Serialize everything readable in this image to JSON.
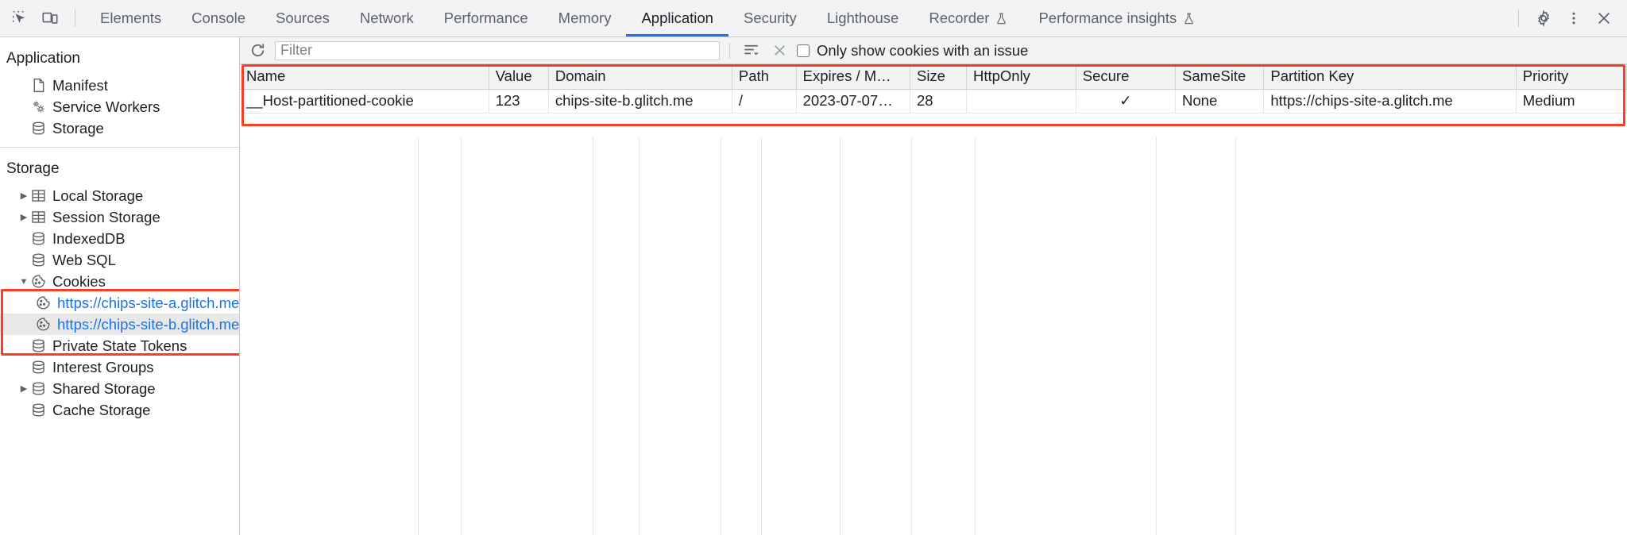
{
  "toolbar": {
    "inspect_icon": "inspect-cursor-icon",
    "device_icon": "device-toolbar-icon",
    "tabs": [
      {
        "label": "Elements",
        "active": false,
        "experimental": false
      },
      {
        "label": "Console",
        "active": false,
        "experimental": false
      },
      {
        "label": "Sources",
        "active": false,
        "experimental": false
      },
      {
        "label": "Network",
        "active": false,
        "experimental": false
      },
      {
        "label": "Performance",
        "active": false,
        "experimental": false
      },
      {
        "label": "Memory",
        "active": false,
        "experimental": false
      },
      {
        "label": "Application",
        "active": true,
        "experimental": false
      },
      {
        "label": "Security",
        "active": false,
        "experimental": false
      },
      {
        "label": "Lighthouse",
        "active": false,
        "experimental": false
      },
      {
        "label": "Recorder",
        "active": false,
        "experimental": true
      },
      {
        "label": "Performance insights",
        "active": false,
        "experimental": true
      }
    ],
    "settings_icon": "gear-icon",
    "more_icon": "more-vertical-icon",
    "close_icon": "close-icon"
  },
  "sidebar": {
    "sections": [
      {
        "title": "Application",
        "items": [
          {
            "label": "Manifest",
            "icon": "document-icon",
            "indent": 1,
            "arrow": "none",
            "selected": false
          },
          {
            "label": "Service Workers",
            "icon": "gears-icon",
            "indent": 1,
            "arrow": "none",
            "selected": false
          },
          {
            "label": "Storage",
            "icon": "database-icon",
            "indent": 1,
            "arrow": "none",
            "selected": false
          }
        ]
      },
      {
        "title": "Storage",
        "items": [
          {
            "label": "Local Storage",
            "icon": "table-icon",
            "indent": 1,
            "arrow": "collapsed",
            "selected": false
          },
          {
            "label": "Session Storage",
            "icon": "table-icon",
            "indent": 1,
            "arrow": "collapsed",
            "selected": false
          },
          {
            "label": "IndexedDB",
            "icon": "database-icon",
            "indent": 1,
            "arrow": "none",
            "selected": false
          },
          {
            "label": "Web SQL",
            "icon": "database-icon",
            "indent": 1,
            "arrow": "none",
            "selected": false
          },
          {
            "label": "Cookies",
            "icon": "cookie-icon",
            "indent": 1,
            "arrow": "expanded",
            "selected": false
          },
          {
            "label": "https://chips-site-a.glitch.me",
            "icon": "cookie-icon",
            "indent": 2,
            "arrow": "none",
            "selected": false
          },
          {
            "label": "https://chips-site-b.glitch.me",
            "icon": "cookie-icon",
            "indent": 2,
            "arrow": "none",
            "selected": true
          },
          {
            "label": "Private State Tokens",
            "icon": "database-icon",
            "indent": 1,
            "arrow": "none",
            "selected": false
          },
          {
            "label": "Interest Groups",
            "icon": "database-icon",
            "indent": 1,
            "arrow": "none",
            "selected": false
          },
          {
            "label": "Shared Storage",
            "icon": "database-icon",
            "indent": 1,
            "arrow": "collapsed",
            "selected": false
          },
          {
            "label": "Cache Storage",
            "icon": "database-icon",
            "indent": 1,
            "arrow": "none",
            "selected": false
          }
        ]
      }
    ]
  },
  "filter_bar": {
    "refresh_icon": "refresh-icon",
    "filter_placeholder": "Filter",
    "filter_value": "",
    "filter_list_icon": "filter-list-icon",
    "clear_icon": "clear-x-icon",
    "only_issues_label": "Only show cookies with an issue",
    "only_issues_checked": false
  },
  "cookies_table": {
    "columns": [
      "Name",
      "Value",
      "Domain",
      "Path",
      "Expires / M…",
      "Size",
      "HttpOnly",
      "Secure",
      "SameSite",
      "Partition Key",
      "Priority"
    ],
    "rows": [
      {
        "Name": "__Host-partitioned-cookie",
        "Value": "123",
        "Domain": "chips-site-b.glitch.me",
        "Path": "/",
        "Expires / M…": "2023-07-07…",
        "Size": "28",
        "HttpOnly": "",
        "Secure": "✓",
        "SameSite": "None",
        "Partition Key": "https://chips-site-a.glitch.me",
        "Priority": "Medium"
      }
    ]
  },
  "annotations": {
    "highlight_color": "#fc3d21",
    "regions": [
      "cookies-tree-highlight",
      "cookies-table-highlight"
    ]
  }
}
